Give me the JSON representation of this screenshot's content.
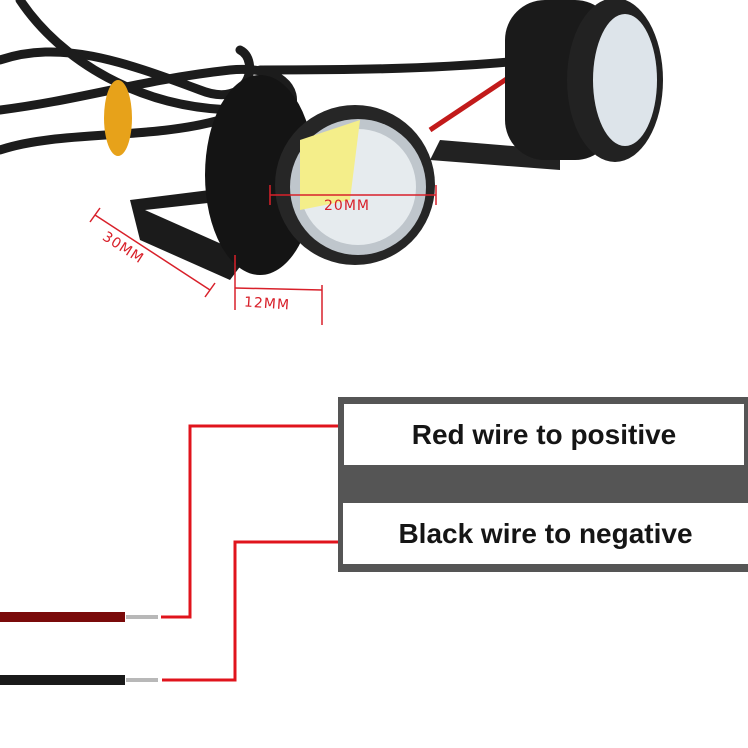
{
  "dimensions": {
    "diameter": "20MM",
    "length": "30MM",
    "height": "12MM"
  },
  "labels": {
    "positive": "Red wire to positive",
    "negative": "Black wire to negative"
  },
  "colors": {
    "wire_red": "#e0141c",
    "box_gray": "#555555",
    "dim_red": "#d8202a"
  }
}
